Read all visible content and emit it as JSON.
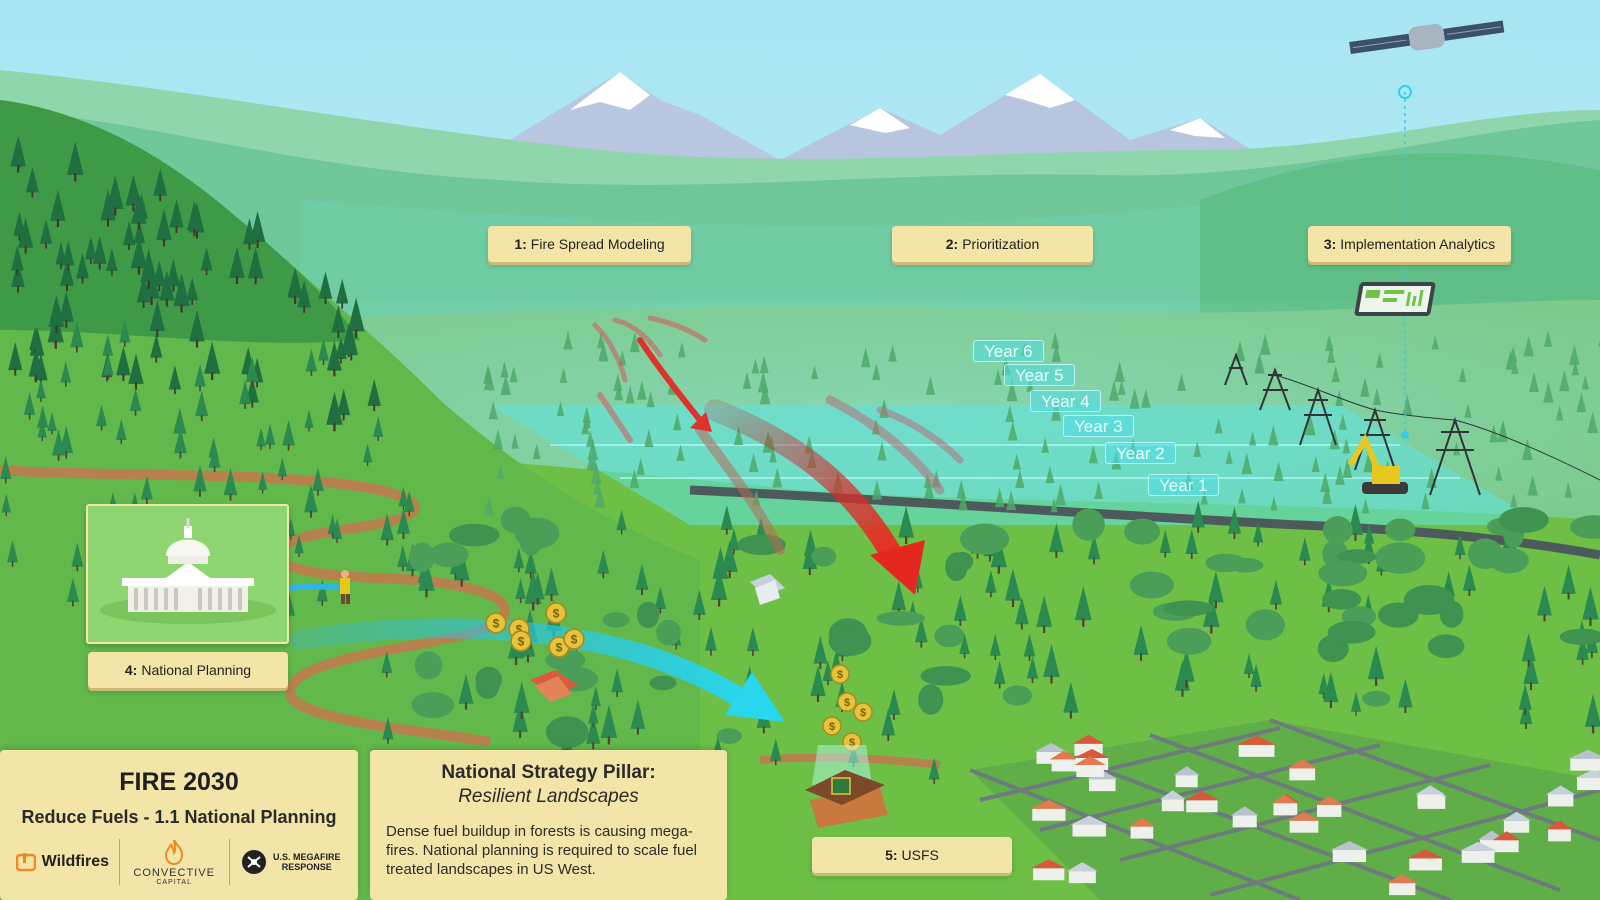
{
  "labels": {
    "fire_spread": {
      "number": "1:",
      "text": "Fire Spread Modeling"
    },
    "prioritization": {
      "number": "2:",
      "text": "Prioritization"
    },
    "implementation": {
      "number": "3:",
      "text": "Implementation Analytics"
    },
    "national_planning": {
      "number": "4:",
      "text": "National Planning"
    },
    "usfs": {
      "number": "5:",
      "text": "USFS"
    }
  },
  "years": [
    "Year 6",
    "Year 5",
    "Year 4",
    "Year 3",
    "Year 2",
    "Year 1"
  ],
  "title_panel": {
    "title": "FIRE 2030",
    "subtitle": "Reduce Fuels - 1.1 National Planning"
  },
  "logos": {
    "wildfires": "Wildfires",
    "convective": "CONVECTIVE",
    "convective_sub": "CAPITAL",
    "megafire_line1": "U.S. MEGAFIRE",
    "megafire_line2": "RESPONSE"
  },
  "strategy_panel": {
    "heading": "National Strategy Pillar:",
    "subheading": "Resilient Landscapes",
    "body": "Dense fuel buildup in forests is causing mega-fires. National planning is required to scale fuel treated landscapes in US West."
  },
  "colors": {
    "sky": "#9fe0ef",
    "grass": "#6fc24a",
    "forest": "#2f8a4e",
    "label_bg": "#f3e4a8",
    "fire_arrow": "#e0322c",
    "funding_arrow": "#2fd0e8",
    "treated_zone": "#5fe0e0"
  }
}
